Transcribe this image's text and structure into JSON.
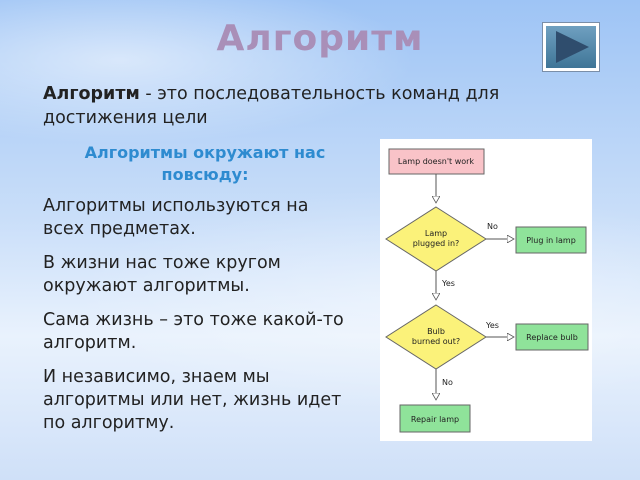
{
  "slide": {
    "title": "Алгоритм",
    "definition": {
      "term": "Алгоритм",
      "text": " -  это последовательность команд для достижения цели"
    },
    "subheading": "Алгоритмы окружают нас повсюду:",
    "paragraphs": [
      "Алгоритмы используются на всех предметах.",
      "В жизни нас тоже кругом окружают алгоритмы.",
      "Сама жизнь – это тоже какой-то алгоритм.",
      "И независимо, знаем мы алгоритмы или нет, жизнь идет по алгоритму."
    ],
    "nav_button_icon": "play-icon",
    "colors": {
      "title": "#a98fb8",
      "subheading": "#2e8bd0",
      "start_box": "#f9c3c8",
      "decision": "#fbf27a",
      "action_box": "#8fe39a"
    }
  },
  "flowchart": {
    "start": "Lamp doesn't work",
    "decision1": {
      "line1": "Lamp",
      "line2": "plugged in?"
    },
    "decision1_no": "No",
    "decision1_yes": "Yes",
    "action1": "Plug in lamp",
    "decision2": {
      "line1": "Bulb",
      "line2": "burned out?"
    },
    "decision2_yes": "Yes",
    "decision2_no": "No",
    "action2": "Replace bulb",
    "end": "Repair lamp"
  }
}
